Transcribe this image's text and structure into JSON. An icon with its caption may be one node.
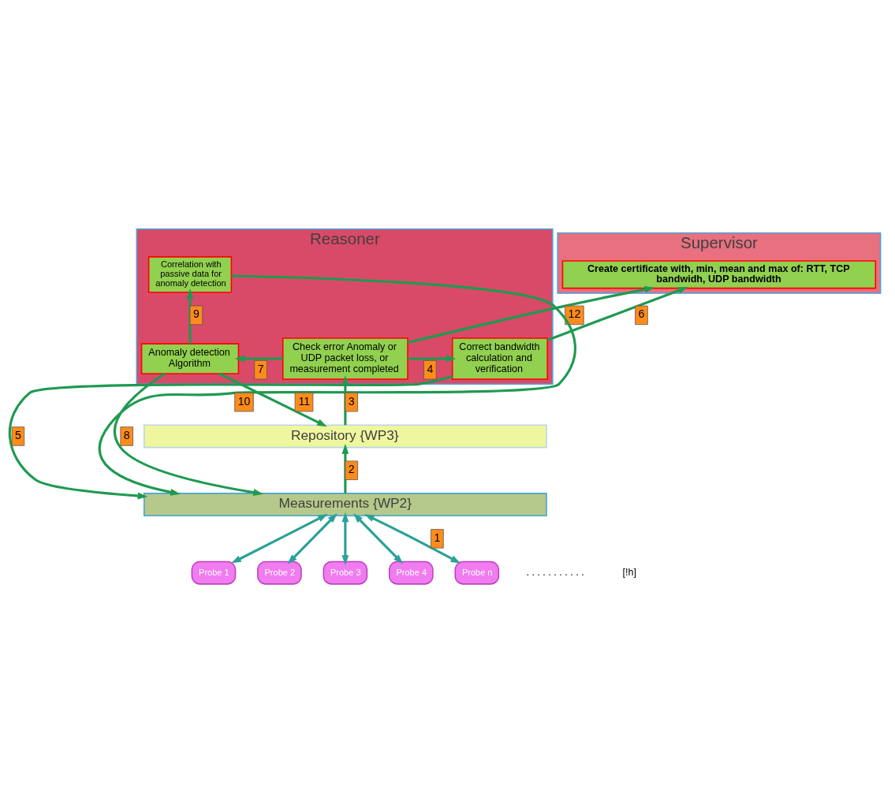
{
  "diagram": {
    "nodes": [
      {
        "text": [
          "Supervisor"
        ]
      },
      {
        "text": [
          "Create certificate with, min, mean and max of: RTT, TCP bandwidh, UDP bandwidth"
        ],
        "in": 0
      },
      {
        "text": [
          "Reasoner"
        ]
      },
      {
        "text": [
          "Correct bandwidth calculation and verification"
        ],
        "in": 2
      },
      {
        "text": [
          "Check error Anomaly or UDP packet loss, or measurement completed"
        ],
        "in": 2
      },
      {
        "text": [
          "Correlation with passive data for anomaly detection"
        ],
        "in": 2
      },
      {
        "text": [
          "Anomaly detection Algorithm"
        ],
        "in": 2
      },
      {
        "text": [
          "Repository {WP3}"
        ]
      },
      {
        "text": [
          "Measurements {WP2}"
        ]
      },
      {
        "text": [
          "Probe 1"
        ]
      },
      {
        "text": [
          "Probe 2"
        ]
      },
      {
        "text": [
          "Probe 3"
        ]
      },
      {
        "text": [
          "Probe 4"
        ]
      },
      {
        "text": [
          "Probe n"
        ]
      }
    ],
    "edges": [
      {
        "from": 9,
        "to": 8,
        "arrow": "both",
        "color": "#2aa198"
      },
      {
        "from": 10,
        "to": 8,
        "arrow": "both",
        "color": "#2aa198"
      },
      {
        "from": 11,
        "to": 8,
        "arrow": "both",
        "color": "#2aa198"
      },
      {
        "from": 12,
        "to": 8,
        "arrow": "both",
        "color": "#2aa198"
      },
      {
        "from": 13,
        "to": 8,
        "arrow": "both",
        "label": "1",
        "color": "#2aa198"
      },
      {
        "from": 8,
        "to": 7,
        "arrow": "to",
        "label": "2"
      },
      {
        "from": 7,
        "to": 4,
        "arrow": "to",
        "label": "3"
      },
      {
        "from": 4,
        "to": 3,
        "arrow": "to",
        "label": "4"
      },
      {
        "from": 3,
        "to": 8,
        "arrow": "to",
        "label": "5"
      },
      {
        "from": 3,
        "to": 1,
        "arrow": "to",
        "label": "6"
      },
      {
        "from": 4,
        "to": 6,
        "arrow": "to",
        "label": "7"
      },
      {
        "from": 6,
        "to": 8,
        "arrow": "to",
        "label": "8"
      },
      {
        "from": 6,
        "to": 5,
        "arrow": "to",
        "label": "9"
      },
      {
        "from": 5,
        "to": 8,
        "arrow": "to",
        "label": "10"
      },
      {
        "from": 6,
        "to": 7,
        "arrow": "to",
        "label": "11"
      },
      {
        "from": 4,
        "to": 1,
        "arrow": "to",
        "label": "12"
      }
    ],
    "labels": [
      ". . . . . . . . . . .",
      "[!h]"
    ]
  }
}
